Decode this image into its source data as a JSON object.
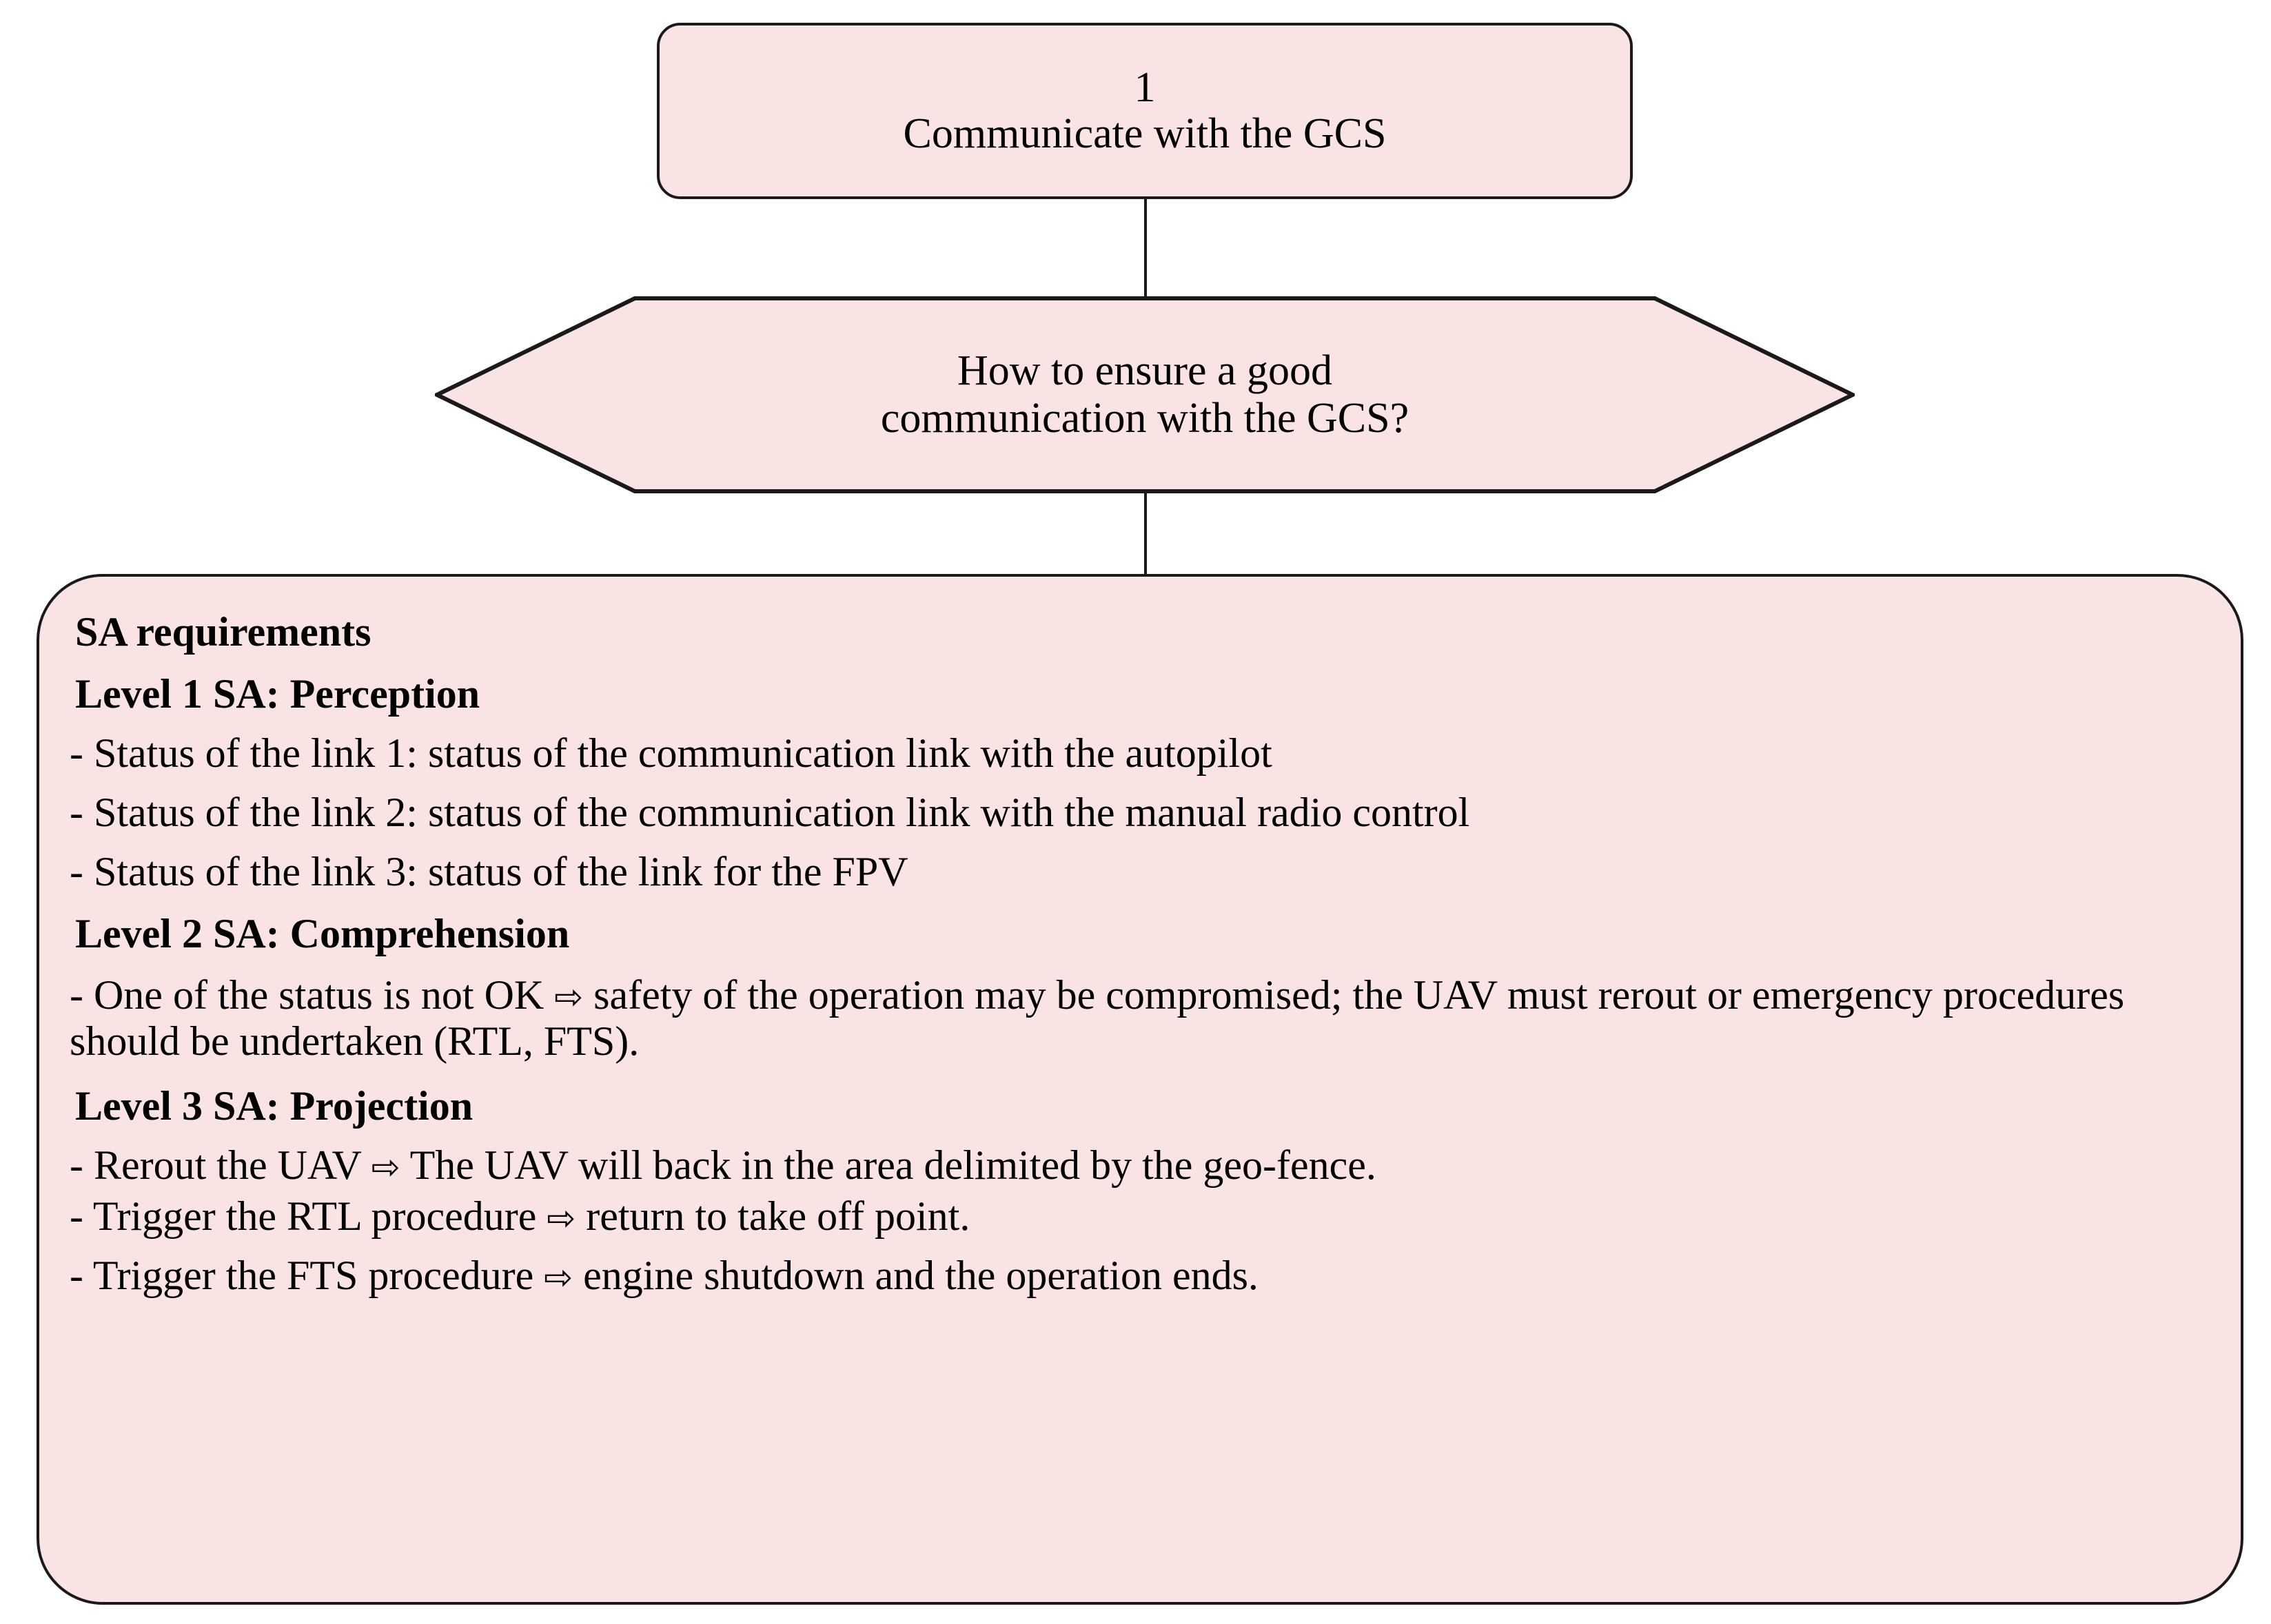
{
  "diagram": {
    "type": "flowchart",
    "colors": {
      "shape_fill": "#FAE3E3",
      "shape_border": "#1A1A1A",
      "background": "#FFFFFF",
      "text": "#000000"
    },
    "arrow_glyph": "⇨"
  },
  "node_1": {
    "number": "1",
    "title": "Communicate with the GCS"
  },
  "decision": {
    "line1": "How to ensure a good",
    "line2": "communication with the GCS?"
  },
  "panel": {
    "heading": "SA requirements",
    "level1": {
      "heading": "Level 1 SA: Perception",
      "bullets": [
        "- Status of the link 1: status of the communication link with the autopilot",
        "- Status of the link 2: status of the communication link with the manual radio control",
        "- Status of the link 3: status of the link for the FPV"
      ]
    },
    "level2": {
      "heading": "Level 2 SA: Comprehension",
      "bullets": [
        {
          "before": "- One of the status is not OK ",
          "arrow": "⇨",
          "after": " safety of the operation may be compromised; the UAV must rerout or emergency procedures should be undertaken (RTL, FTS)."
        }
      ]
    },
    "level3": {
      "heading": "Level 3 SA: Projection",
      "bullets": [
        {
          "before": "- Rerout the UAV  ",
          "arrow": "⇨",
          "after": " The UAV will back in the area delimited by the geo-fence."
        },
        {
          "before": "- Trigger the RTL procedure ",
          "arrow": "⇨",
          "after": " return to take off point."
        },
        {
          "before": "- Trigger the FTS procedure ",
          "arrow": "⇨",
          "after": " engine shutdown and the operation ends."
        }
      ]
    }
  }
}
